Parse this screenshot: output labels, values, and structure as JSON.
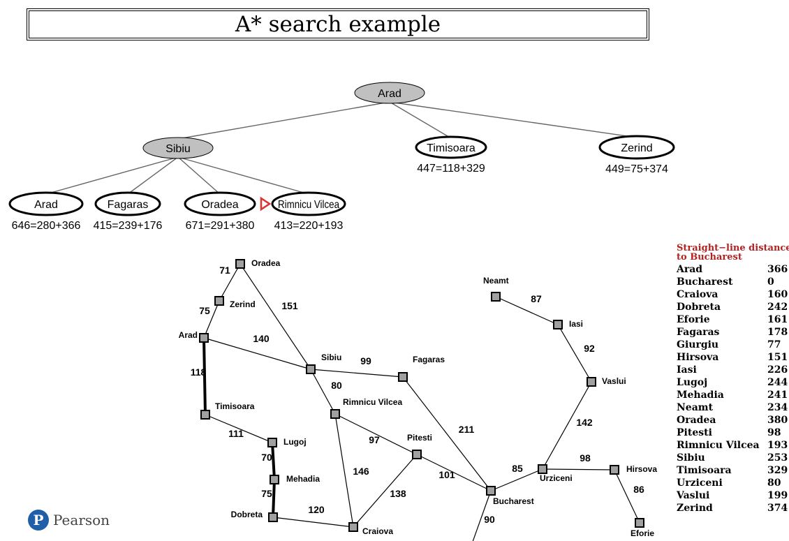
{
  "title": "A* search example",
  "tree": {
    "nodes": [
      {
        "id": "root",
        "label": "Arad",
        "value": "",
        "expanded": true
      },
      {
        "id": "sibiu",
        "label": "Sibiu",
        "value": "",
        "expanded": true
      },
      {
        "id": "timisoara",
        "label": "Timisoara",
        "value": "447=118+329",
        "expanded": false
      },
      {
        "id": "zerind",
        "label": "Zerind",
        "value": "449=75+374",
        "expanded": false
      },
      {
        "id": "arad2",
        "label": "Arad",
        "value": "646=280+366",
        "expanded": false
      },
      {
        "id": "fagaras",
        "label": "Fagaras",
        "value": "415=239+176",
        "expanded": false
      },
      {
        "id": "oradea",
        "label": "Oradea",
        "value": "671=291+380",
        "expanded": false
      },
      {
        "id": "rimnicu",
        "label": "Rimnicu Vilcea",
        "value": "413=220+193",
        "expanded": false
      }
    ],
    "edges": [
      [
        "root",
        "sibiu"
      ],
      [
        "root",
        "timisoara"
      ],
      [
        "root",
        "zerind"
      ],
      [
        "sibiu",
        "arad2"
      ],
      [
        "sibiu",
        "fagaras"
      ],
      [
        "sibiu",
        "oradea"
      ],
      [
        "sibiu",
        "rimnicu"
      ]
    ],
    "selected": "rimnicu"
  },
  "map": {
    "cities": [
      {
        "id": "Oradea",
        "name": "Oradea"
      },
      {
        "id": "Zerind",
        "name": "Zerind"
      },
      {
        "id": "Arad",
        "name": "Arad"
      },
      {
        "id": "Timisoara",
        "name": "Timisoara"
      },
      {
        "id": "Lugoj",
        "name": "Lugoj"
      },
      {
        "id": "Mehadia",
        "name": "Mehadia"
      },
      {
        "id": "Dobreta",
        "name": "Dobreta"
      },
      {
        "id": "Craiova",
        "name": "Craiova"
      },
      {
        "id": "Sibiu",
        "name": "Sibiu"
      },
      {
        "id": "Rimnicu",
        "name": "Rimnicu Vilcea"
      },
      {
        "id": "Fagaras",
        "name": "Fagaras"
      },
      {
        "id": "Pitesti",
        "name": "Pitesti"
      },
      {
        "id": "Bucharest",
        "name": "Bucharest"
      },
      {
        "id": "Urziceni",
        "name": "Urziceni"
      },
      {
        "id": "Hirsova",
        "name": "Hirsova"
      },
      {
        "id": "Eforie",
        "name": "Eforie"
      },
      {
        "id": "Vaslui",
        "name": "Vaslui"
      },
      {
        "id": "Iasi",
        "name": "Iasi"
      },
      {
        "id": "Neamt",
        "name": "Neamt"
      }
    ],
    "roads": [
      {
        "a": "Oradea",
        "b": "Zerind",
        "dist": "71",
        "bold": false
      },
      {
        "a": "Zerind",
        "b": "Arad",
        "dist": "75",
        "bold": false
      },
      {
        "a": "Oradea",
        "b": "Sibiu",
        "dist": "151",
        "bold": false
      },
      {
        "a": "Arad",
        "b": "Sibiu",
        "dist": "140",
        "bold": false
      },
      {
        "a": "Arad",
        "b": "Timisoara",
        "dist": "118",
        "bold": true
      },
      {
        "a": "Timisoara",
        "b": "Lugoj",
        "dist": "111",
        "bold": false
      },
      {
        "a": "Lugoj",
        "b": "Mehadia",
        "dist": "70",
        "bold": true
      },
      {
        "a": "Mehadia",
        "b": "Dobreta",
        "dist": "75",
        "bold": true
      },
      {
        "a": "Dobreta",
        "b": "Craiova",
        "dist": "120",
        "bold": false
      },
      {
        "a": "Sibiu",
        "b": "Fagaras",
        "dist": "99",
        "bold": false
      },
      {
        "a": "Sibiu",
        "b": "Rimnicu",
        "dist": "80",
        "bold": false
      },
      {
        "a": "Rimnicu",
        "b": "Pitesti",
        "dist": "97",
        "bold": false
      },
      {
        "a": "Rimnicu",
        "b": "Craiova",
        "dist": "146",
        "bold": false
      },
      {
        "a": "Pitesti",
        "b": "Craiova",
        "dist": "138",
        "bold": false
      },
      {
        "a": "Fagaras",
        "b": "Bucharest",
        "dist": "211",
        "bold": false
      },
      {
        "a": "Pitesti",
        "b": "Bucharest",
        "dist": "101",
        "bold": false
      },
      {
        "a": "Bucharest",
        "b": "Urziceni",
        "dist": "85",
        "bold": false
      },
      {
        "a": "Bucharest",
        "b": "Giurgiu",
        "dist": "90",
        "bold": false
      },
      {
        "a": "Urziceni",
        "b": "Hirsova",
        "dist": "98",
        "bold": false
      },
      {
        "a": "Hirsova",
        "b": "Eforie",
        "dist": "86",
        "bold": false
      },
      {
        "a": "Urziceni",
        "b": "Vaslui",
        "dist": "142",
        "bold": false
      },
      {
        "a": "Vaslui",
        "b": "Iasi",
        "dist": "92",
        "bold": false
      },
      {
        "a": "Iasi",
        "b": "Neamt",
        "dist": "87",
        "bold": false
      }
    ]
  },
  "sld": {
    "heading_line1": "Straight−line distance",
    "heading_line2": "to Bucharest",
    "rows": [
      {
        "name": "Arad",
        "value": "366"
      },
      {
        "name": "Bucharest",
        "value": "0"
      },
      {
        "name": "Craiova",
        "value": "160"
      },
      {
        "name": "Dobreta",
        "value": "242"
      },
      {
        "name": "Eforie",
        "value": "161"
      },
      {
        "name": "Fagaras",
        "value": "178"
      },
      {
        "name": "Giurgiu",
        "value": "77"
      },
      {
        "name": "Hirsova",
        "value": "151"
      },
      {
        "name": "Iasi",
        "value": "226"
      },
      {
        "name": "Lugoj",
        "value": "244"
      },
      {
        "name": "Mehadia",
        "value": "241"
      },
      {
        "name": "Neamt",
        "value": "234"
      },
      {
        "name": "Oradea",
        "value": "380"
      },
      {
        "name": "Pitesti",
        "value": "98"
      },
      {
        "name": "Rimnicu Vilcea",
        "value": "193"
      },
      {
        "name": "Sibiu",
        "value": "253"
      },
      {
        "name": "Timisoara",
        "value": "329"
      },
      {
        "name": "Urziceni",
        "value": "80"
      },
      {
        "name": "Vaslui",
        "value": "199"
      },
      {
        "name": "Zerind",
        "value": "374"
      }
    ]
  },
  "branding": {
    "logo_letter": "P",
    "name": "Pearson"
  },
  "colors": {
    "expanded_fill": "#c0c0c0",
    "city_fill": "#a0a0a0",
    "selected_marker": "#e03030",
    "sld_heading": "#b22222",
    "logo": "#1f5fa8"
  }
}
